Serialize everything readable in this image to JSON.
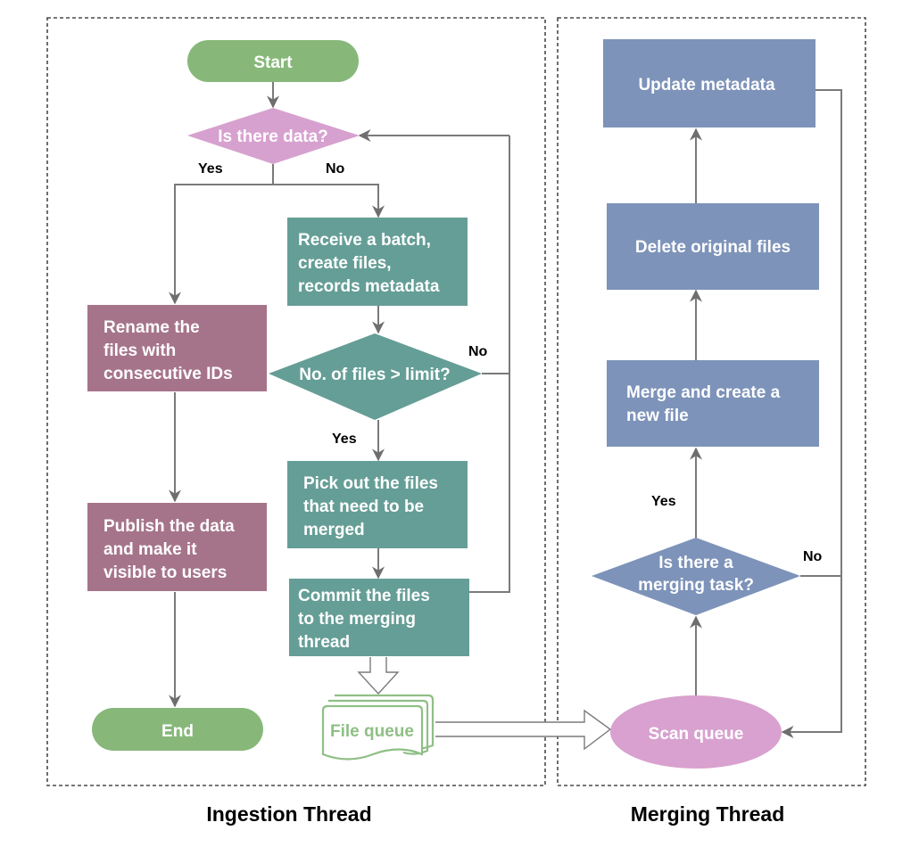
{
  "colors": {
    "terminal": "#87b87a",
    "decision_ingest": "#d7a1cf",
    "process_ingest_teal": "#659e96",
    "process_ingest_mauve": "#a6748a",
    "process_merge": "#7d93b9",
    "scan_queue": "#d8a1cf",
    "file_queue_stroke": "#8fbf86",
    "connector": "#7a7a7a"
  },
  "lanes": {
    "ingestion": {
      "title": "Ingestion Thread"
    },
    "merging": {
      "title": "Merging Thread"
    }
  },
  "nodes": {
    "start": "Start",
    "is_there_data": "Is there data?",
    "receive_batch": [
      "Receive a batch,",
      "create files,",
      "records metadata"
    ],
    "files_limit": "No. of files > limit?",
    "pick_out": [
      "Pick out the files",
      "that need to be",
      "merged"
    ],
    "commit": [
      "Commit the files",
      "to the merging",
      "thread"
    ],
    "rename": [
      "Rename the",
      "files with",
      "consecutive IDs"
    ],
    "publish": [
      "Publish the data",
      "and make it",
      "visible to users"
    ],
    "end": "End",
    "file_queue": "File queue",
    "scan_queue": "Scan queue",
    "merging_task": [
      "Is there a",
      "merging task?"
    ],
    "merge_create": [
      "Merge and create a",
      "new file"
    ],
    "delete_original": "Delete original files",
    "update_metadata": "Update metadata"
  },
  "edge_labels": {
    "data_yes": "Yes",
    "data_no": "No",
    "limit_no": "No",
    "limit_yes": "Yes",
    "task_yes": "Yes",
    "task_no": "No"
  }
}
